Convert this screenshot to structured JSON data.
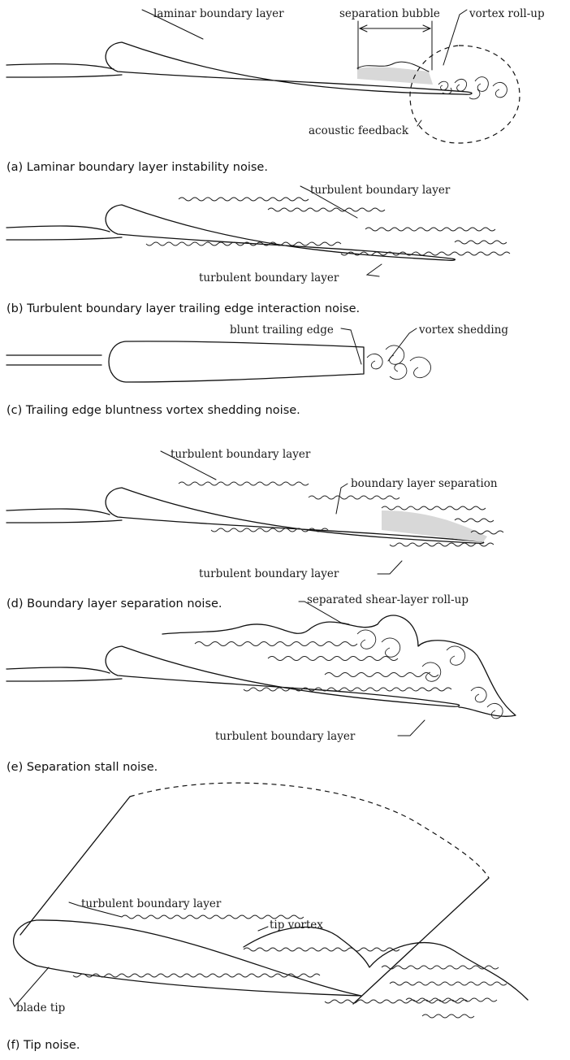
{
  "figure": {
    "panels": [
      {
        "id": "a",
        "caption": "(a) Laminar boundary layer instability noise.",
        "labels": {
          "laminar": "laminar boundary layer",
          "bubble": "separation bubble",
          "vortex": "vortex roll-up",
          "feedback": "acoustic feedback"
        }
      },
      {
        "id": "b",
        "caption": "(b) Turbulent boundary layer trailing edge interaction noise.",
        "labels": {
          "upper": "turbulent boundary layer",
          "lower": "turbulent boundary layer"
        }
      },
      {
        "id": "c",
        "caption": "(c) Trailing edge bluntness vortex shedding noise.",
        "labels": {
          "blunt": "blunt trailing edge",
          "shedding": "vortex shedding"
        }
      },
      {
        "id": "d",
        "caption": "(d) Boundary layer separation noise.",
        "labels": {
          "upper": "turbulent boundary layer",
          "separation": "boundary layer separation",
          "lower": "turbulent boundary layer"
        }
      },
      {
        "id": "e",
        "caption": "(e) Separation stall noise.",
        "labels": {
          "rollup": "separated shear-layer roll-up",
          "lower": "turbulent boundary layer"
        }
      },
      {
        "id": "f",
        "caption": "(f) Tip noise.",
        "labels": {
          "tbl": "turbulent boundary layer",
          "tipvortex": "tip vortex",
          "bladetip": "blade tip"
        }
      }
    ]
  }
}
